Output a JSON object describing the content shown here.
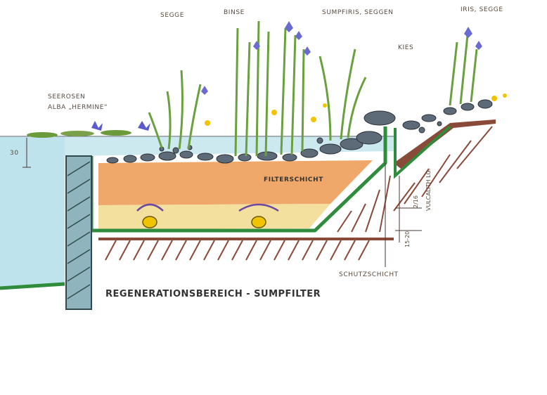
{
  "labels": {
    "segge": "SEGGE",
    "binse": "BINSE",
    "sumpfiris": "SUMPFIRIS, SEGGEN",
    "iris_segge": "IRIS, SEGGE",
    "kies": "KIES",
    "seerosen_1": "SEEROSEN",
    "seerosen_2": "ALBA „HERMINE“",
    "depth": "30",
    "filterschicht": "FILTERSCHICHT",
    "vulcalith": "VULCALITH LG.",
    "dim_2_16": "2/16",
    "dim_15_20": "15-20",
    "schutzschicht": "SCHUTZSCHICHT",
    "title": "REGENERATIONSBEREICH - SUMPFILTER"
  },
  "colors": {
    "water": "#bfe3ec",
    "filter": "#f0a86a",
    "sand": "#f3df9e",
    "liner": "#2f8c3c",
    "soil": "#8a4a3a",
    "wall": "#8fb4bd",
    "pebble": "#5d6a78"
  }
}
